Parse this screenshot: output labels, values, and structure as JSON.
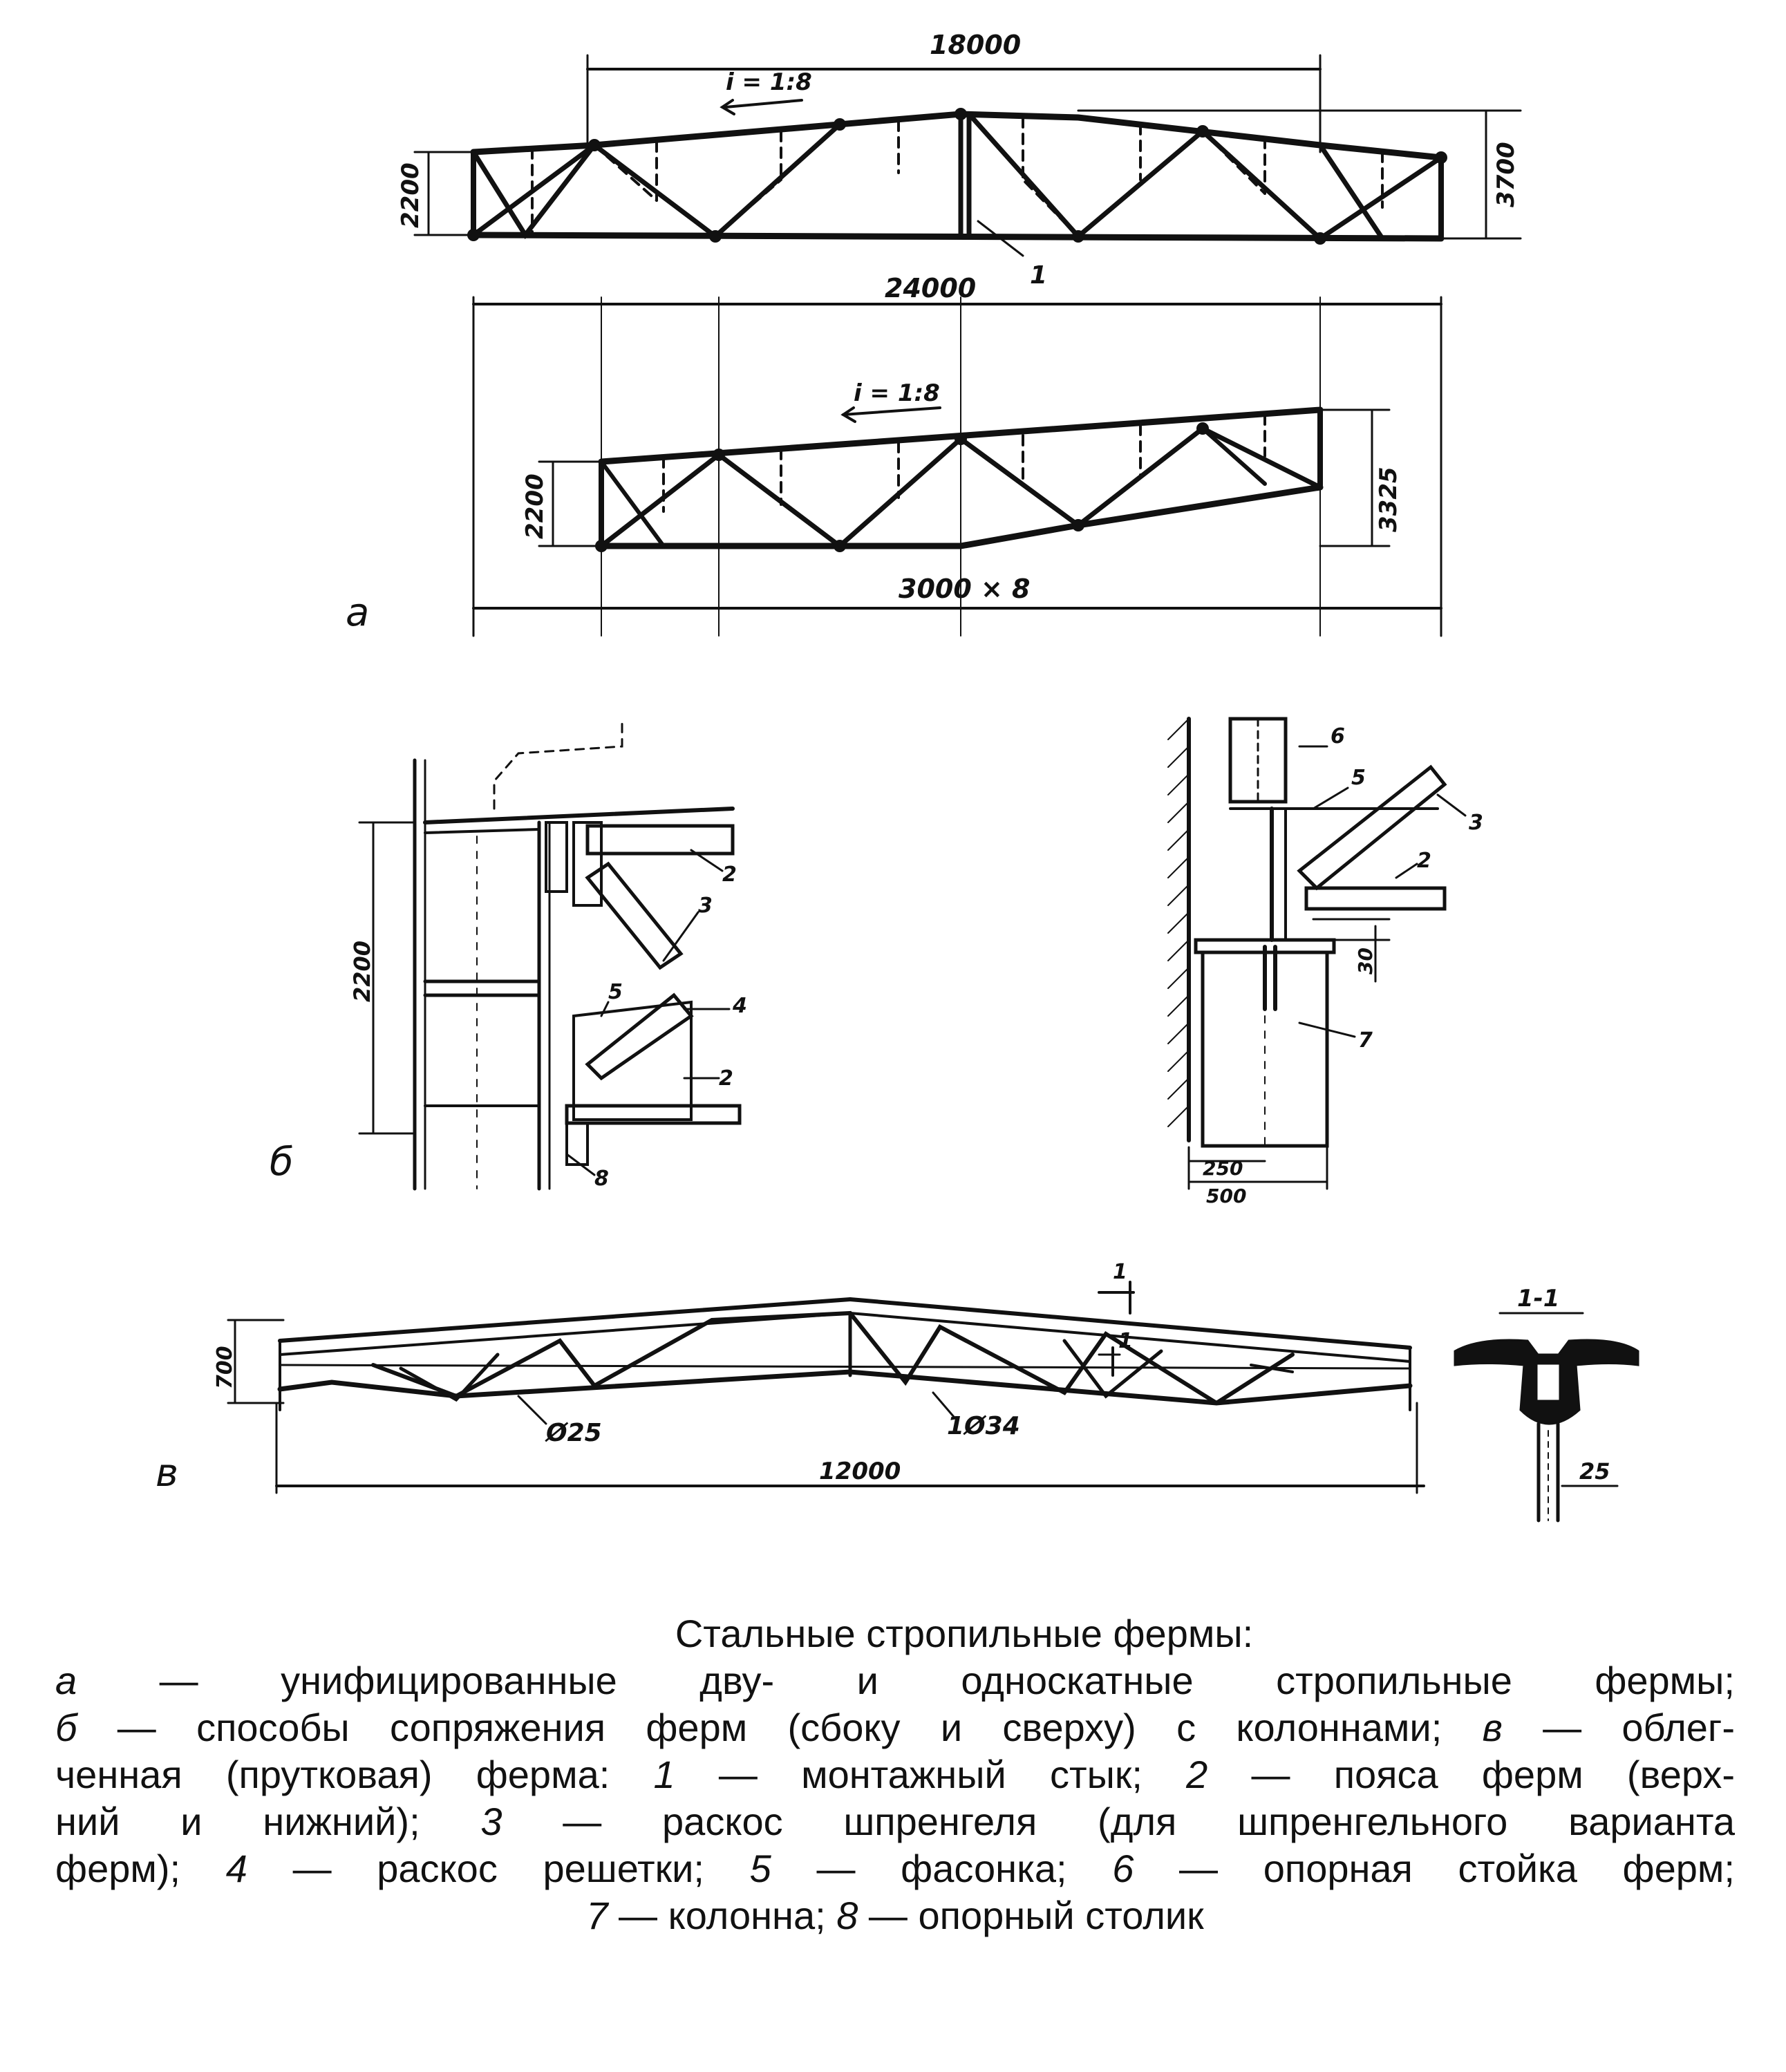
{
  "part_a": {
    "label": "а",
    "top_truss": {
      "dim_top": "18000",
      "slope": "i = 1:8",
      "height_left": "2200",
      "height_right": "3700",
      "joint_label": "1",
      "dim_bottom": "24000"
    },
    "bottom_truss": {
      "slope": "i = 1:8",
      "height_left": "2200",
      "height_right": "3325",
      "dim_bottom": "3000 × 8"
    }
  },
  "part_b": {
    "label": "б",
    "left_detail": {
      "height": "2200",
      "callouts": [
        "2",
        "3",
        "5",
        "4",
        "2",
        "8"
      ]
    },
    "right_detail": {
      "callouts": [
        "6",
        "5",
        "3",
        "2",
        "7"
      ],
      "dim_30": "30",
      "dim_250": "250",
      "dim_500": "500"
    }
  },
  "part_c": {
    "label": "в",
    "height": "700",
    "rod_small": "Ø25",
    "rod_large": "1Ø34",
    "span": "12000",
    "section_mark": "1",
    "section_mark_2": "1",
    "section_title": "1-1",
    "section_dim": "25"
  },
  "caption": {
    "title": "Стальные стропильные фермы:",
    "line1": [
      {
        "t": "а",
        "i": true
      },
      {
        "t": " — унифицированные дву- и односкатные стропильные фермы;",
        "i": false
      }
    ],
    "line2": [
      {
        "t": "б",
        "i": true
      },
      {
        "t": " — способы сопряжения ферм (сбоку и сверху) с колоннами; ",
        "i": false
      },
      {
        "t": "в",
        "i": true
      },
      {
        "t": " — облег-",
        "i": false
      }
    ],
    "line3": [
      {
        "t": "ченная (прутковая) ферма: ",
        "i": false
      },
      {
        "t": "1",
        "i": true
      },
      {
        "t": " — монтажный стык; ",
        "i": false
      },
      {
        "t": "2",
        "i": true
      },
      {
        "t": " — пояса ферм (верх-",
        "i": false
      }
    ],
    "line4": [
      {
        "t": "ний и нижний); ",
        "i": false
      },
      {
        "t": "3",
        "i": true
      },
      {
        "t": " — раскос шпренгеля (для шпренгельного варианта",
        "i": false
      }
    ],
    "line5": [
      {
        "t": "ферм); ",
        "i": false
      },
      {
        "t": "4",
        "i": true
      },
      {
        "t": " — раскос решетки; ",
        "i": false
      },
      {
        "t": "5",
        "i": true
      },
      {
        "t": " — фасонка; ",
        "i": false
      },
      {
        "t": "6",
        "i": true
      },
      {
        "t": " — опорная стойка ферм;",
        "i": false
      }
    ],
    "line6": [
      {
        "t": "7",
        "i": true
      },
      {
        "t": " — колонна; ",
        "i": false
      },
      {
        "t": "8",
        "i": true
      },
      {
        "t": " — опорный столик",
        "i": false
      }
    ]
  }
}
